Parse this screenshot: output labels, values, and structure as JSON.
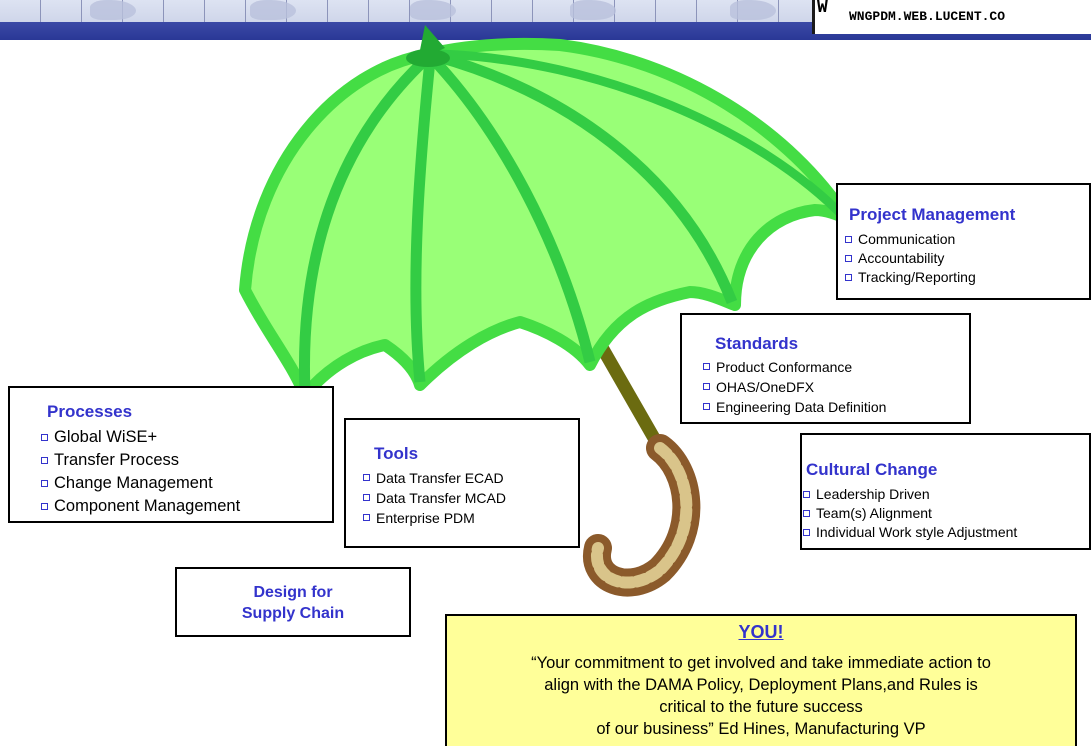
{
  "header": {
    "url_letter": "W",
    "url_text": "WNGPDM.WEB.LUCENT.CO"
  },
  "colors": {
    "canopy_light": "#99ff77",
    "canopy_rib": "#33dd44",
    "handle": "#8b5a2b",
    "shaft": "#6b6b10",
    "heading_blue": "#3333cc",
    "callout_yellow": "#ffff99"
  },
  "boxes": {
    "processes": {
      "title": "Processes",
      "items": [
        "Global WiSE+",
        "Transfer Process",
        "Change Management",
        "Component Management"
      ]
    },
    "tools": {
      "title": "Tools",
      "items": [
        "Data Transfer ECAD",
        "Data Transfer MCAD",
        "Enterprise PDM"
      ]
    },
    "standards": {
      "title": "Standards",
      "items": [
        "Product Conformance",
        "OHAS/OneDFX",
        "Engineering Data Definition"
      ]
    },
    "project_management": {
      "title": "Project Management",
      "items": [
        "Communication",
        "Accountability",
        "Tracking/Reporting"
      ]
    },
    "cultural_change": {
      "title": "Cultural Change",
      "items": [
        "Leadership Driven",
        "Team(s) Alignment",
        "Individual Work style Adjustment"
      ]
    },
    "design_supply_chain": {
      "line1": "Design for",
      "line2": "Supply Chain"
    }
  },
  "you_box": {
    "title": "YOU!",
    "quote_lines": [
      "“Your commitment to get involved and take immediate action to",
      "align with the DAMA Policy, Deployment Plans,and Rules is",
      "critical to the future success",
      "of our business”  Ed Hines, Manufacturing VP"
    ]
  }
}
